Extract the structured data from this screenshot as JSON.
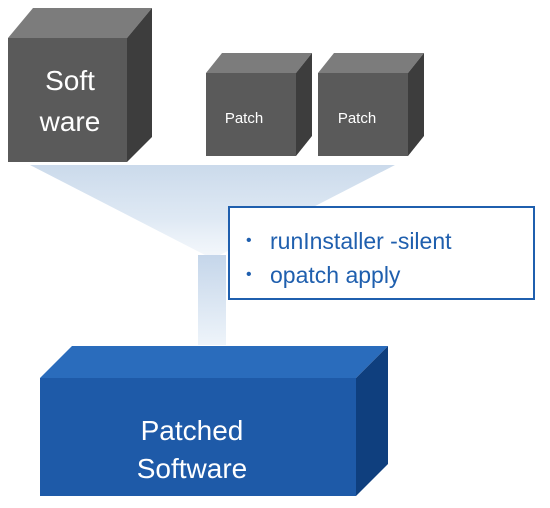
{
  "software_cube": {
    "label_line1": "Soft",
    "label_line2": "ware"
  },
  "patch_cubes": [
    {
      "label": "Patch"
    },
    {
      "label": "Patch"
    }
  ],
  "commands": [
    "runInstaller -silent",
    "opatch apply"
  ],
  "result_cube": {
    "label_line1": "Patched",
    "label_line2": "Software"
  },
  "colors": {
    "cube_front": "#5a5a5a",
    "cube_top": "#7c7c7c",
    "cube_side": "#3d3d3d",
    "result_front": "#1e5aa8",
    "result_top": "#2a6cbc",
    "result_side": "#0f3f7e",
    "command_text": "#1f5fae",
    "funnel": "#c8d8ea"
  },
  "icons": [
    "bullet-icon"
  ]
}
